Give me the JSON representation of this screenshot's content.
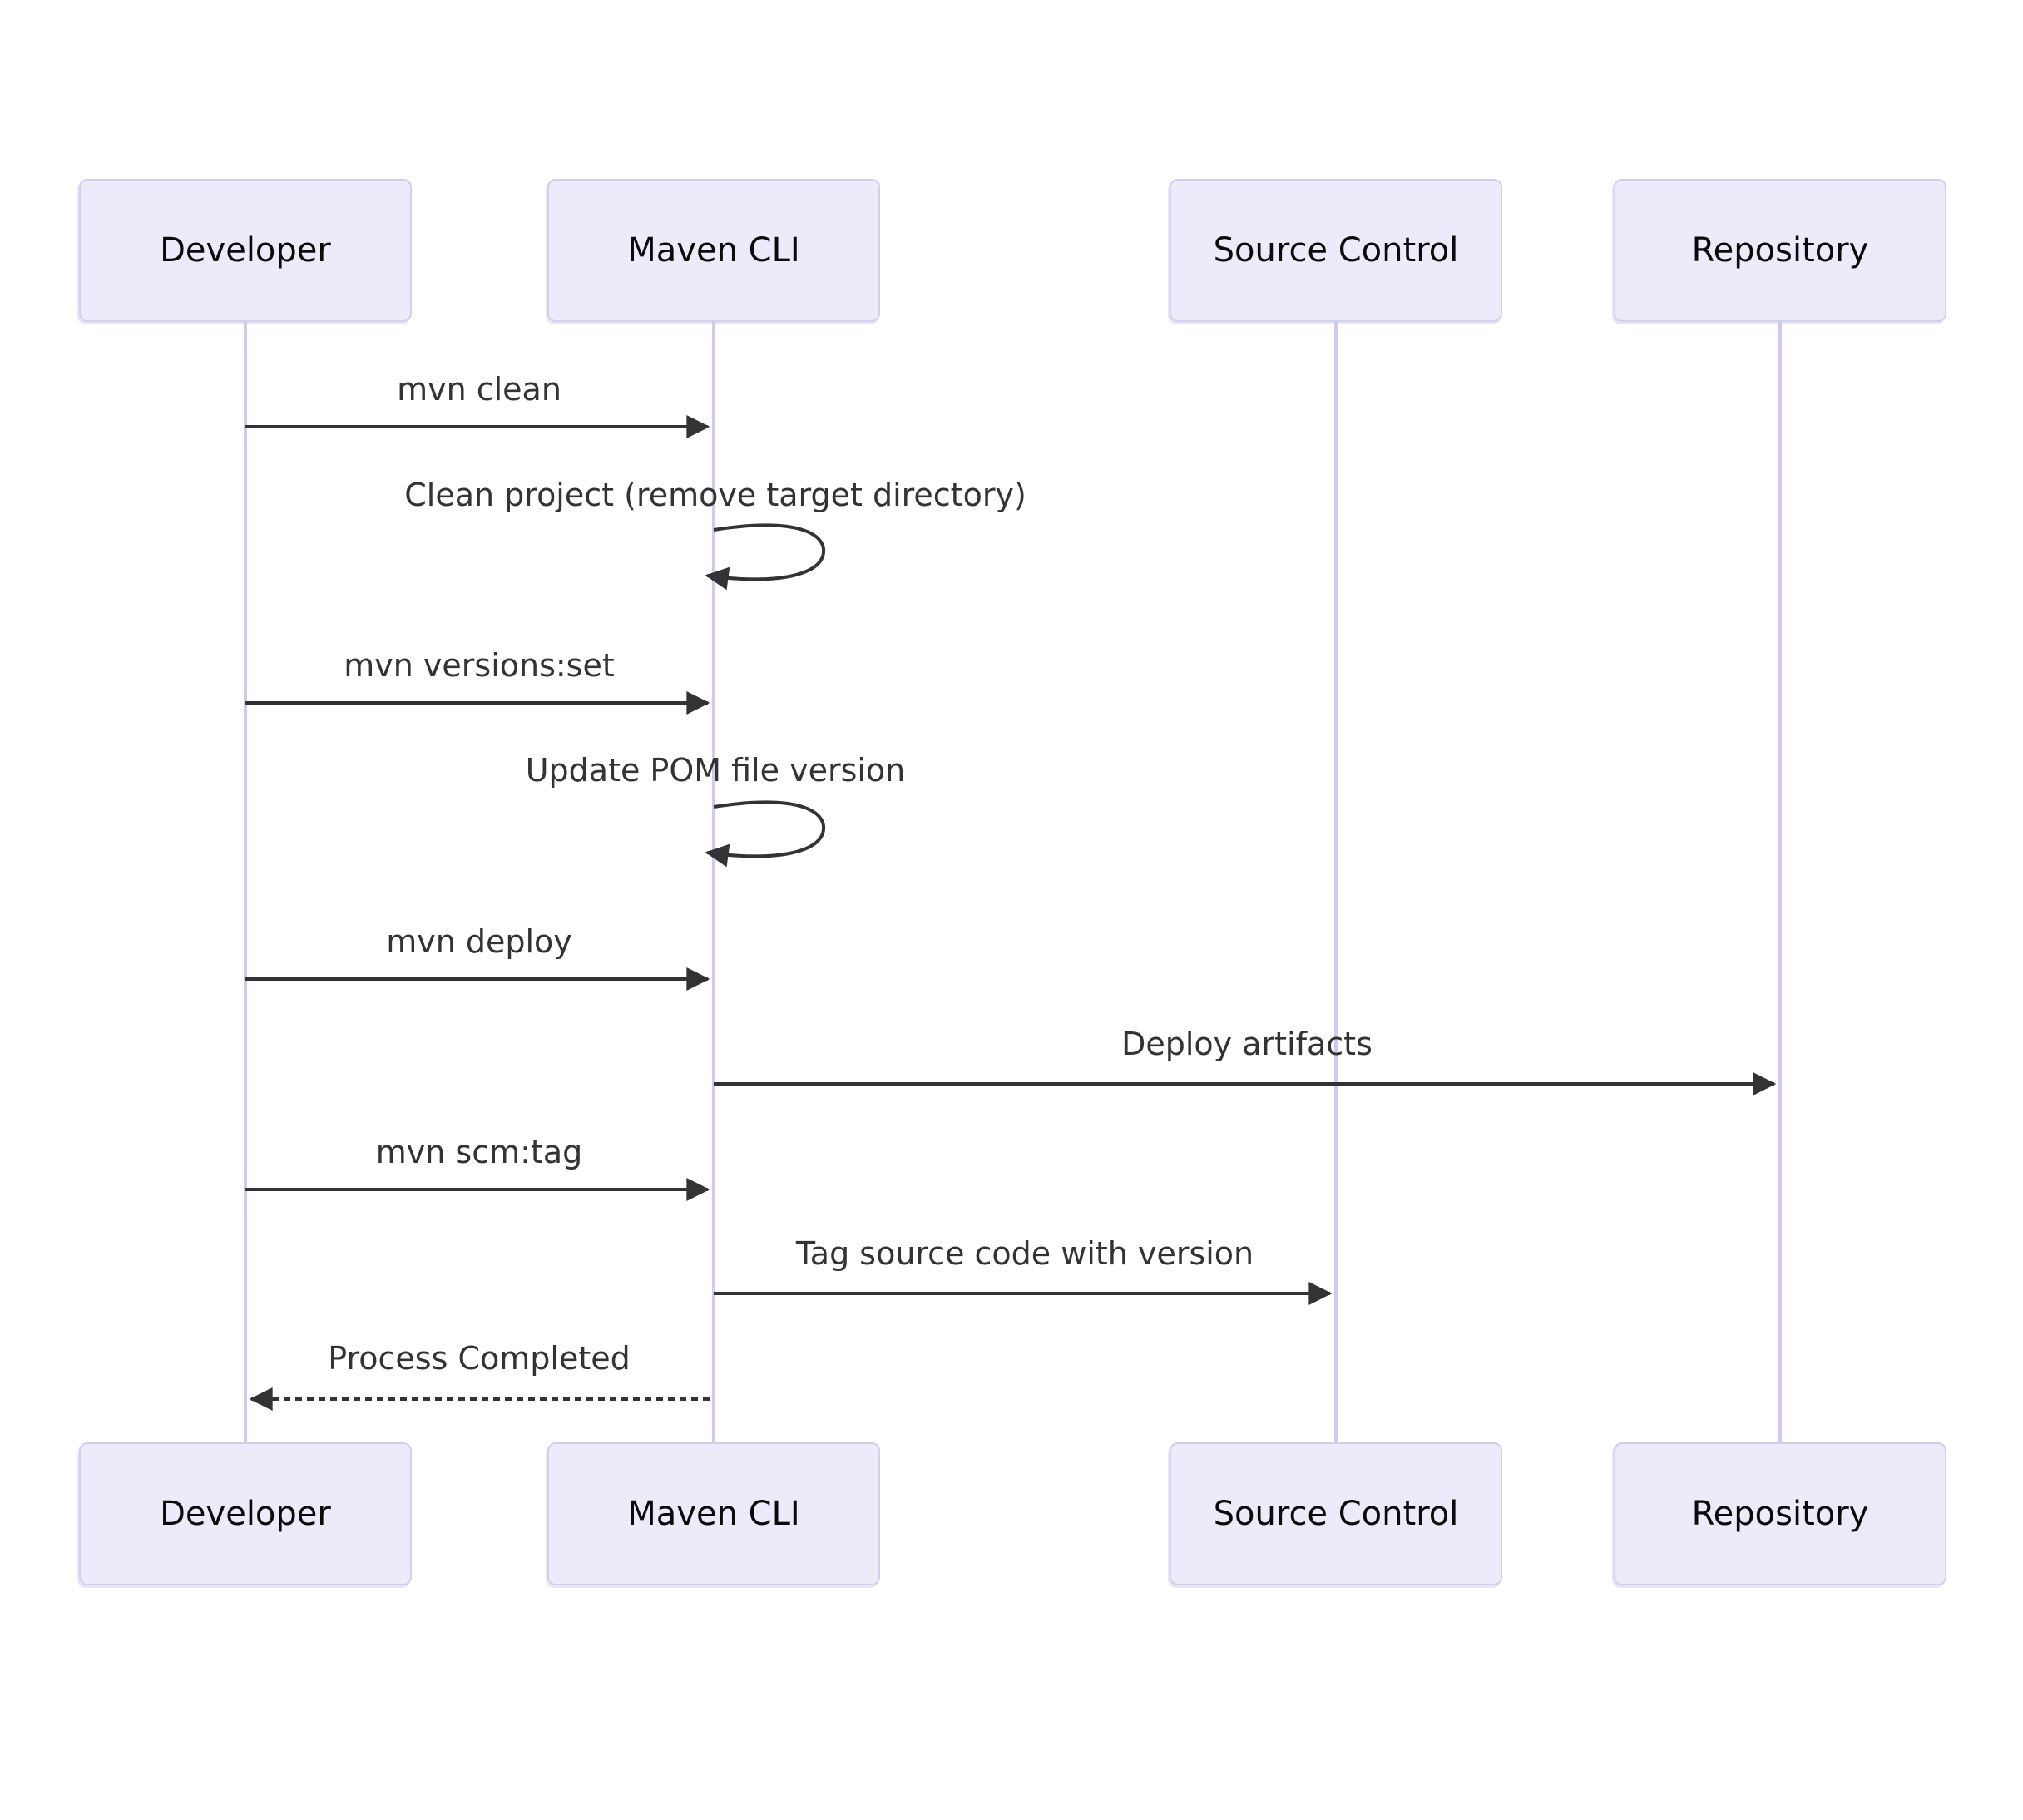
{
  "diagram": {
    "kind": "sequence-diagram",
    "actors": [
      {
        "id": "developer",
        "label": "Developer"
      },
      {
        "id": "maven-cli",
        "label": "Maven CLI"
      },
      {
        "id": "source-control",
        "label": "Source Control"
      },
      {
        "id": "repository",
        "label": "Repository"
      }
    ],
    "messages": [
      {
        "from": "Developer",
        "to": "Maven CLI",
        "label": "mvn clean",
        "line": "solid"
      },
      {
        "from": "Maven CLI",
        "to": "Maven CLI",
        "label": "Clean project (remove target directory)",
        "line": "self-loop"
      },
      {
        "from": "Developer",
        "to": "Maven CLI",
        "label": "mvn versions:set",
        "line": "solid"
      },
      {
        "from": "Maven CLI",
        "to": "Maven CLI",
        "label": "Update POM file version",
        "line": "self-loop"
      },
      {
        "from": "Developer",
        "to": "Maven CLI",
        "label": "mvn deploy",
        "line": "solid"
      },
      {
        "from": "Maven CLI",
        "to": "Repository",
        "label": "Deploy artifacts",
        "line": "solid"
      },
      {
        "from": "Developer",
        "to": "Maven CLI",
        "label": "mvn scm:tag",
        "line": "solid"
      },
      {
        "from": "Maven CLI",
        "to": "Source Control",
        "label": "Tag source code with version",
        "line": "solid"
      },
      {
        "from": "Maven CLI",
        "to": "Developer",
        "label": "Process Completed",
        "line": "dashed"
      }
    ],
    "colors": {
      "background": "#ffffff",
      "actor_fill": "#ebebfa",
      "actor_border": "#cfcff0",
      "lifeline": "#d5c8f0",
      "message_line": "#333333",
      "message_text": "#333333",
      "actor_text": "#0b0b0b"
    }
  }
}
